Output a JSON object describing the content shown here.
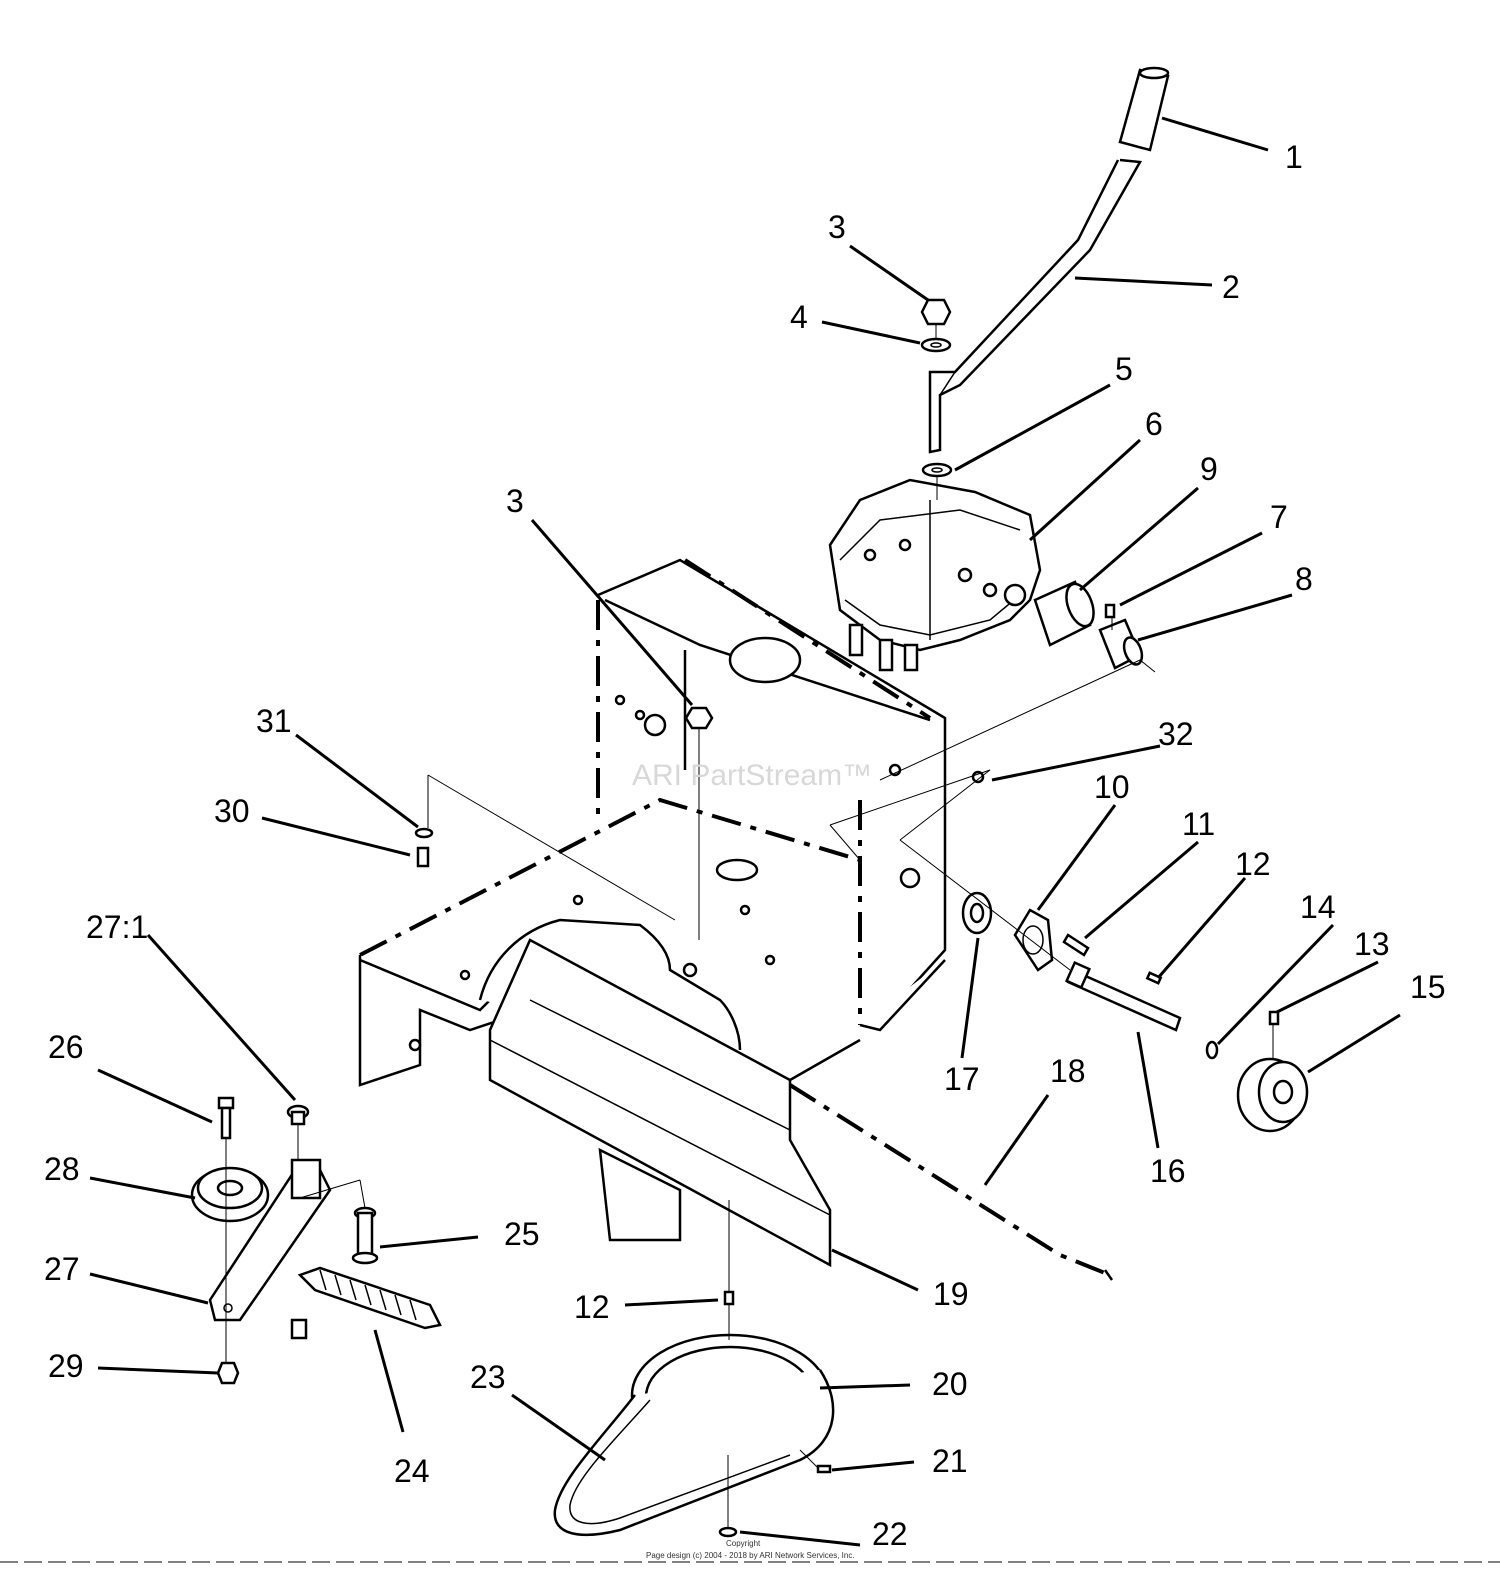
{
  "watermark": "ARI PartStream™",
  "copyright_line1": "Copyright",
  "copyright_line2": "Page design (c) 2004 - 2018 by ARI Network Services, Inc.",
  "callouts": {
    "c1": "1",
    "c2": "2",
    "c3a": "3",
    "c3b": "3",
    "c4": "4",
    "c5": "5",
    "c6": "6",
    "c7": "7",
    "c8": "8",
    "c9": "9",
    "c10": "10",
    "c11": "11",
    "c12a": "12",
    "c12b": "12",
    "c13": "13",
    "c14": "14",
    "c15": "15",
    "c16": "16",
    "c17": "17",
    "c18": "18",
    "c19": "19",
    "c20": "20",
    "c21": "21",
    "c22": "22",
    "c23": "23",
    "c24": "24",
    "c25": "25",
    "c26": "26",
    "c27": "27",
    "c27_1": "27:1",
    "c28": "28",
    "c29": "29",
    "c30": "30",
    "c31": "31",
    "c32": "32"
  }
}
